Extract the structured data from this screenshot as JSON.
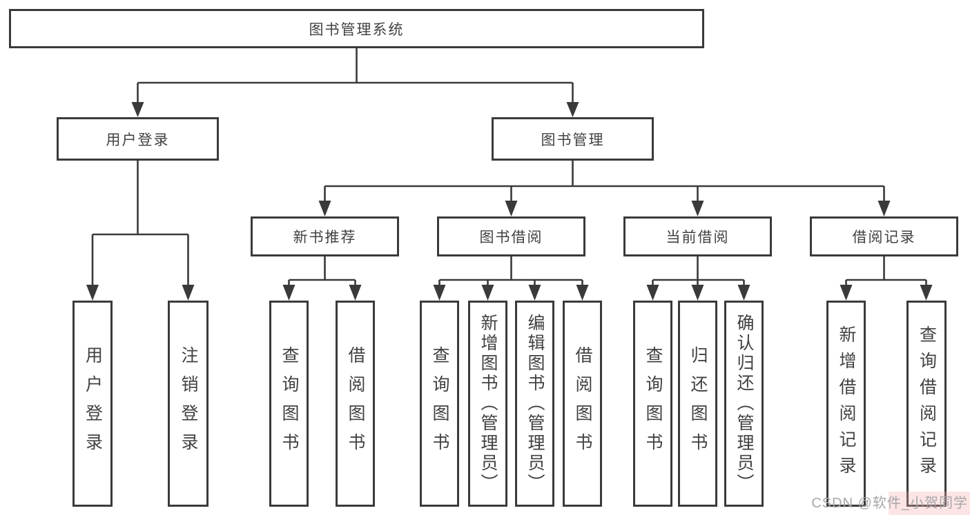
{
  "diagram_title": "图书管理系统",
  "tree": {
    "label": "图书管理系统",
    "children": [
      {
        "label": "用户登录",
        "children": [
          {
            "label": "用户登录"
          },
          {
            "label": "注销登录"
          }
        ]
      },
      {
        "label": "图书管理",
        "children": [
          {
            "label": "新书推荐",
            "children": [
              {
                "label": "查询图书"
              },
              {
                "label": "借阅图书"
              }
            ]
          },
          {
            "label": "图书借阅",
            "children": [
              {
                "label": "查询图书"
              },
              {
                "label": "新增图书（管理员）"
              },
              {
                "label": "编辑图书（管理员）"
              },
              {
                "label": "借阅图书"
              }
            ]
          },
          {
            "label": "当前借阅",
            "children": [
              {
                "label": "查询图书"
              },
              {
                "label": "归还图书"
              },
              {
                "label": "确认归还（管理员）"
              }
            ]
          },
          {
            "label": "借阅记录",
            "children": [
              {
                "label": "新增借阅记录"
              },
              {
                "label": "查询借阅记录"
              }
            ]
          }
        ]
      }
    ]
  },
  "watermark": {
    "text": "CSDN @软件_小贺同学"
  },
  "colors": {
    "line": "#3a3a3a",
    "box_border": "#3a3a3a",
    "text": "#414141",
    "background": "#ffffff",
    "watermark_text": "#a7a7aa",
    "watermark_tint": "#fbd5d5"
  }
}
